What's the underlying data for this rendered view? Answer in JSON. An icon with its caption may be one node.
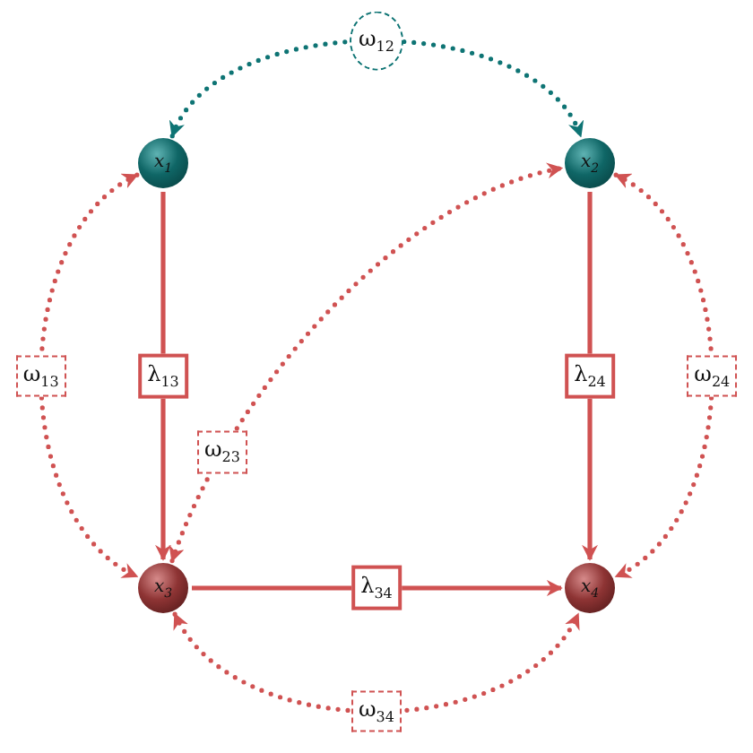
{
  "diagram": {
    "nodes": [
      {
        "text": [
          "x$_{1}$"
        ]
      },
      {
        "text": [
          "x$_{2}$"
        ]
      },
      {
        "text": [
          "x$_{3}$"
        ]
      },
      {
        "text": [
          "x$_{4}$"
        ]
      }
    ],
    "edges": [
      {
        "from": 0,
        "to": 1,
        "arrow": "both",
        "label": "ω$_{12}$",
        "style": "dashed",
        "color": "#0e7474"
      },
      {
        "from": 0,
        "to": 2,
        "arrow": "to",
        "label": "λ$_{13}$"
      },
      {
        "from": 1,
        "to": 3,
        "arrow": "to",
        "label": "λ$_{24}$"
      },
      {
        "from": 0,
        "to": 2,
        "arrow": "both",
        "label": "ω$_{13}$",
        "style": "dashed"
      },
      {
        "from": 2,
        "to": 1,
        "arrow": "both",
        "label": "ω$_{23}$",
        "style": "dashed"
      },
      {
        "from": 1,
        "to": 3,
        "arrow": "both",
        "label": "ω$_{24}$",
        "style": "dashed"
      },
      {
        "from": 2,
        "to": 3,
        "arrow": "to",
        "label": "λ$_{34}$"
      },
      {
        "from": 2,
        "to": 3,
        "arrow": "both",
        "label": "ω$_{34}$",
        "style": "dashed"
      }
    ]
  }
}
